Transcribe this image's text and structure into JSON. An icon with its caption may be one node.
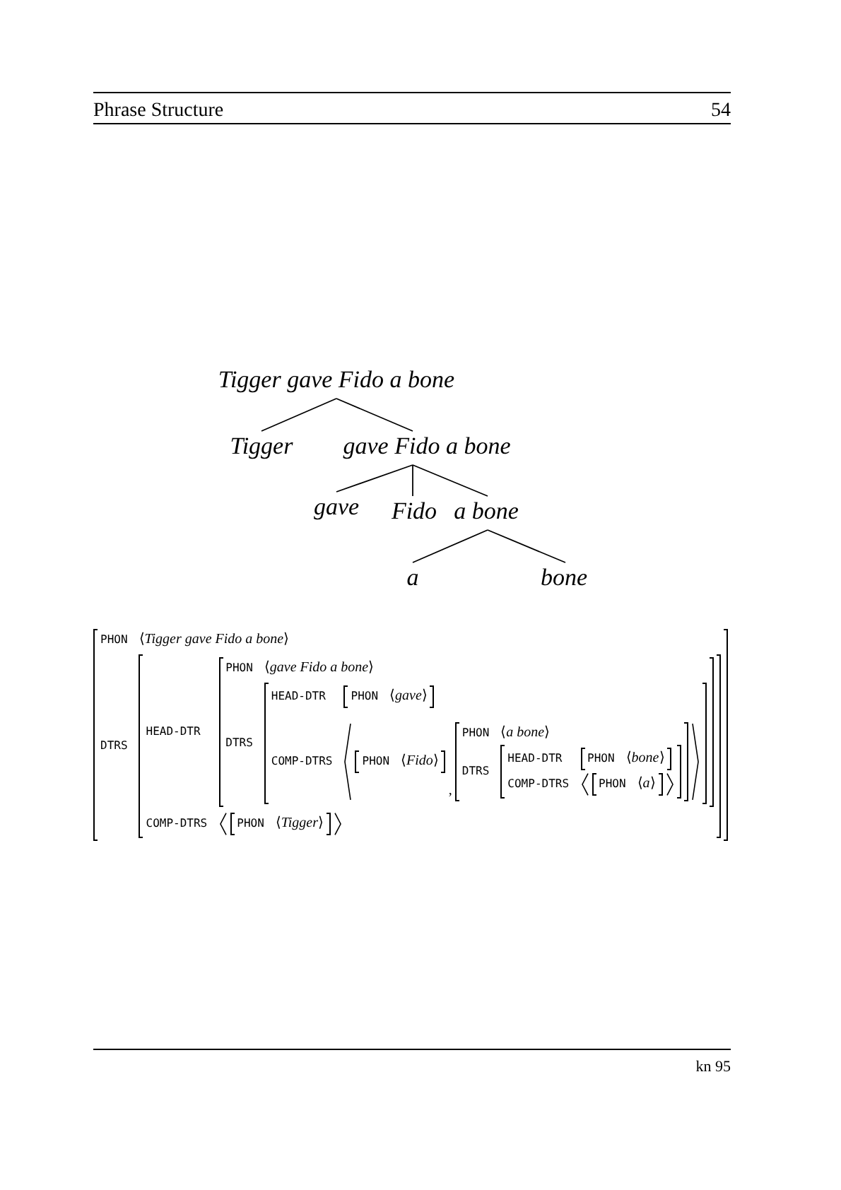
{
  "diagram": {
    "nodes": [
      {
        "text": [
          "Tigger gave Fido a bone"
        ]
      },
      {
        "text": [
          "Tigger"
        ]
      },
      {
        "text": [
          "gave Fido a bone"
        ]
      },
      {
        "text": [
          "gave"
        ]
      },
      {
        "text": [
          "Fido"
        ]
      },
      {
        "text": [
          "a bone"
        ]
      },
      {
        "text": [
          "a"
        ]
      },
      {
        "text": [
          "bone"
        ]
      }
    ],
    "edges": [
      {
        "from": 0,
        "to": 1,
        "arrow": "none"
      },
      {
        "from": 0,
        "to": 2,
        "arrow": "none"
      },
      {
        "from": 2,
        "to": 3,
        "arrow": "none"
      },
      {
        "from": 2,
        "to": 4,
        "arrow": "none"
      },
      {
        "from": 2,
        "to": 5,
        "arrow": "none"
      },
      {
        "from": 5,
        "to": 6,
        "arrow": "none"
      },
      {
        "from": 5,
        "to": 7,
        "arrow": "none"
      }
    ],
    "labels": [
      "Phrase Structure",
      "54",
      "PHON",
      "⟨*Tigger gave Fido a bone*⟩",
      "DTRS",
      "HEAD-DTR",
      "PHON",
      "⟨*gave Fido a bone*⟩",
      "DTRS",
      "HEAD-DTR",
      "PHON",
      "⟨*gave*⟩",
      "COMP-DTRS",
      "PHON",
      "⟨*Fido*⟩",
      ",",
      "PHON",
      "⟨*a bone*⟩",
      "DTRS",
      "HEAD-DTR",
      "PHON",
      "⟨*bone*⟩",
      "COMP-DTRS",
      "PHON",
      "⟨*a*⟩",
      "COMP-DTRS",
      "PHON",
      "⟨*Tigger*⟩",
      "kn 95"
    ]
  }
}
